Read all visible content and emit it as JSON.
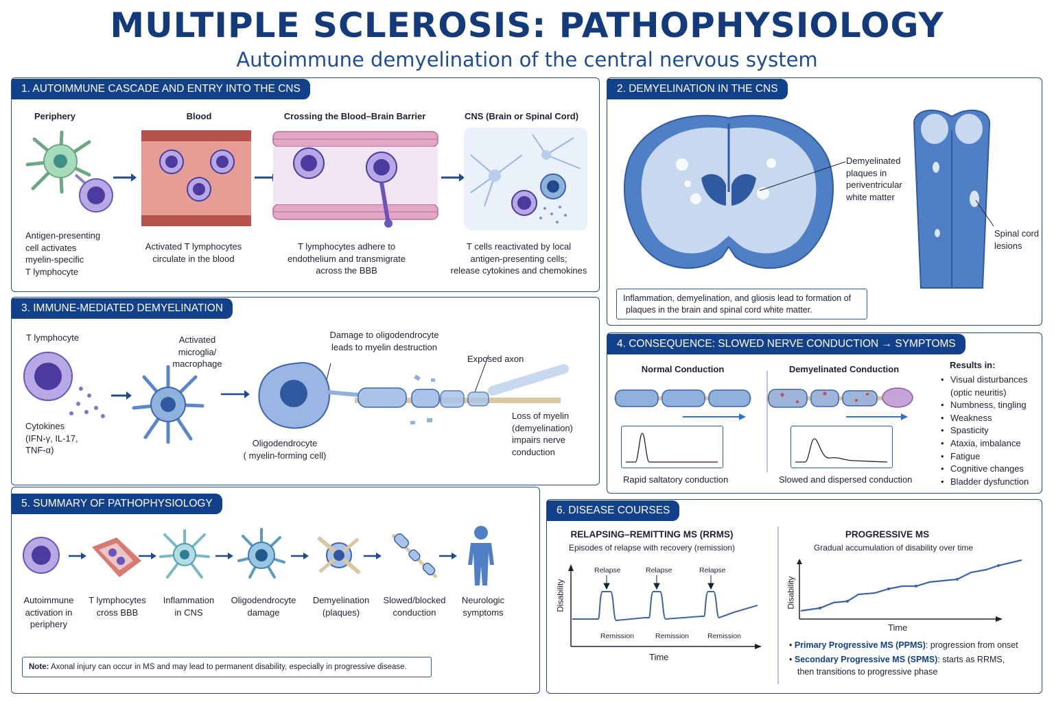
{
  "header": {
    "title": "MULTIPLE SCLEROSIS: PATHOPHYSIOLOGY",
    "subtitle": "Autoimmune demyelination of the central nervous system"
  },
  "p1": {
    "title": "1. AUTOIMMUNE CASCADE AND ENTRY INTO THE CNS",
    "stages": [
      {
        "head": "Periphery",
        "desc": [
          "Antigen-presenting",
          "cell activates",
          "myelin-specific",
          "T lymphocyte"
        ]
      },
      {
        "head": "Blood",
        "desc": [
          "Activated T lymphocytes",
          "circulate in the blood"
        ]
      },
      {
        "head": "Crossing the Blood–Brain Barrier",
        "desc": [
          "T lymphocytes adhere to",
          "endothelium and transmigrate",
          "across the BBB"
        ]
      },
      {
        "head": "CNS (Brain or Spinal Cord)",
        "desc": [
          "T cells reactivated by local",
          "antigen-presenting cells;",
          "release cytokines and chemokines"
        ]
      }
    ]
  },
  "p2": {
    "title": "2. DEMYELINATION IN THE CNS",
    "plaques": [
      "Demyelinated",
      "plaques in",
      "periventricular",
      "white matter"
    ],
    "spinal": [
      "Spinal cord",
      "lesions"
    ],
    "caption": [
      "Inflammation, demyelination, and gliosis lead to formation of",
      "plaques in the brain and spinal cord white matter."
    ]
  },
  "p3": {
    "title": "3. IMMUNE-MEDIATED DEMYELINATION",
    "tcell": "T lymphocyte",
    "cytokines": [
      "Cytokines",
      "(IFN-γ, IL-17,",
      "TNF-α)"
    ],
    "microglia": [
      "Activated",
      "microglia/",
      "macrophage"
    ],
    "damage": [
      "Damage to oligodendrocyte",
      "leads to myelin destruction"
    ],
    "axon": "Exposed axon",
    "oligo": [
      "Oligodendrocyte",
      "( myelin-forming cell)"
    ],
    "loss": [
      "Loss of myelin",
      "(demyelination)",
      "impairs nerve",
      "conduction"
    ]
  },
  "p4": {
    "title": "4. CONSEQUENCE: SLOWED NERVE CONDUCTION → SYMPTOMS",
    "normal": "Normal Conduction",
    "demyel": "Demyelinated Conduction",
    "normal_cap": "Rapid saltatory conduction",
    "demyel_cap": "Slowed and dispersed conduction",
    "results_head": "Results in:",
    "results": [
      "Visual disturbances",
      "(optic neuritis)",
      "Numbness, tingling",
      "Weakness",
      "Spasticity",
      "Ataxia, imbalance",
      "Fatigue",
      "Cognitive changes",
      "Bladder dysfunction"
    ]
  },
  "p5": {
    "title": "5. SUMMARY OF PATHOPHYSIOLOGY",
    "steps": [
      [
        "Autoimmune",
        "activation in",
        "periphery"
      ],
      [
        "T lymphocytes",
        "cross BBB"
      ],
      [
        "Inflammation",
        "in CNS"
      ],
      [
        "Oligodendrocyte",
        "damage"
      ],
      [
        "Demyelination",
        "(plaques)"
      ],
      [
        "Slowed/blocked",
        "conduction"
      ],
      [
        "Neurologic",
        "symptoms"
      ]
    ],
    "note_label": "Note:",
    "note": " Axonal injury can occur in MS and may lead to permanent disability, especially in progressive disease."
  },
  "p6": {
    "title": "6. DISEASE COURSES",
    "rrms": {
      "title": "RELAPSING–REMITTING MS (RRMS)",
      "sub": "Episodes of relapse with recovery (remission)",
      "ylabel": "Disability",
      "xlabel": "Time",
      "relapse": "Relapse",
      "remission": "Remission"
    },
    "prog": {
      "title": "PROGRESSIVE MS",
      "sub": "Gradual accumulation of disability over time",
      "ylabel": "Disability",
      "xlabel": "Time",
      "bullets": [
        {
          "bold": "Primary Progressive MS (PPMS)",
          "rest": ": progression from onset"
        },
        {
          "bold": "Secondary Progressive MS (SPMS)",
          "rest": ": starts as RRMS,"
        },
        {
          "bold": "",
          "rest": "then transitions to progressive phase"
        }
      ]
    }
  },
  "colors": {
    "navy": "#12408a",
    "panel_border": "#1f4a8c",
    "tcell": "#6a55b8",
    "microglia": "#5a86cc",
    "blood": "#c9615f",
    "myelin": "#8fb2dd",
    "apc": "#7ac39a"
  }
}
